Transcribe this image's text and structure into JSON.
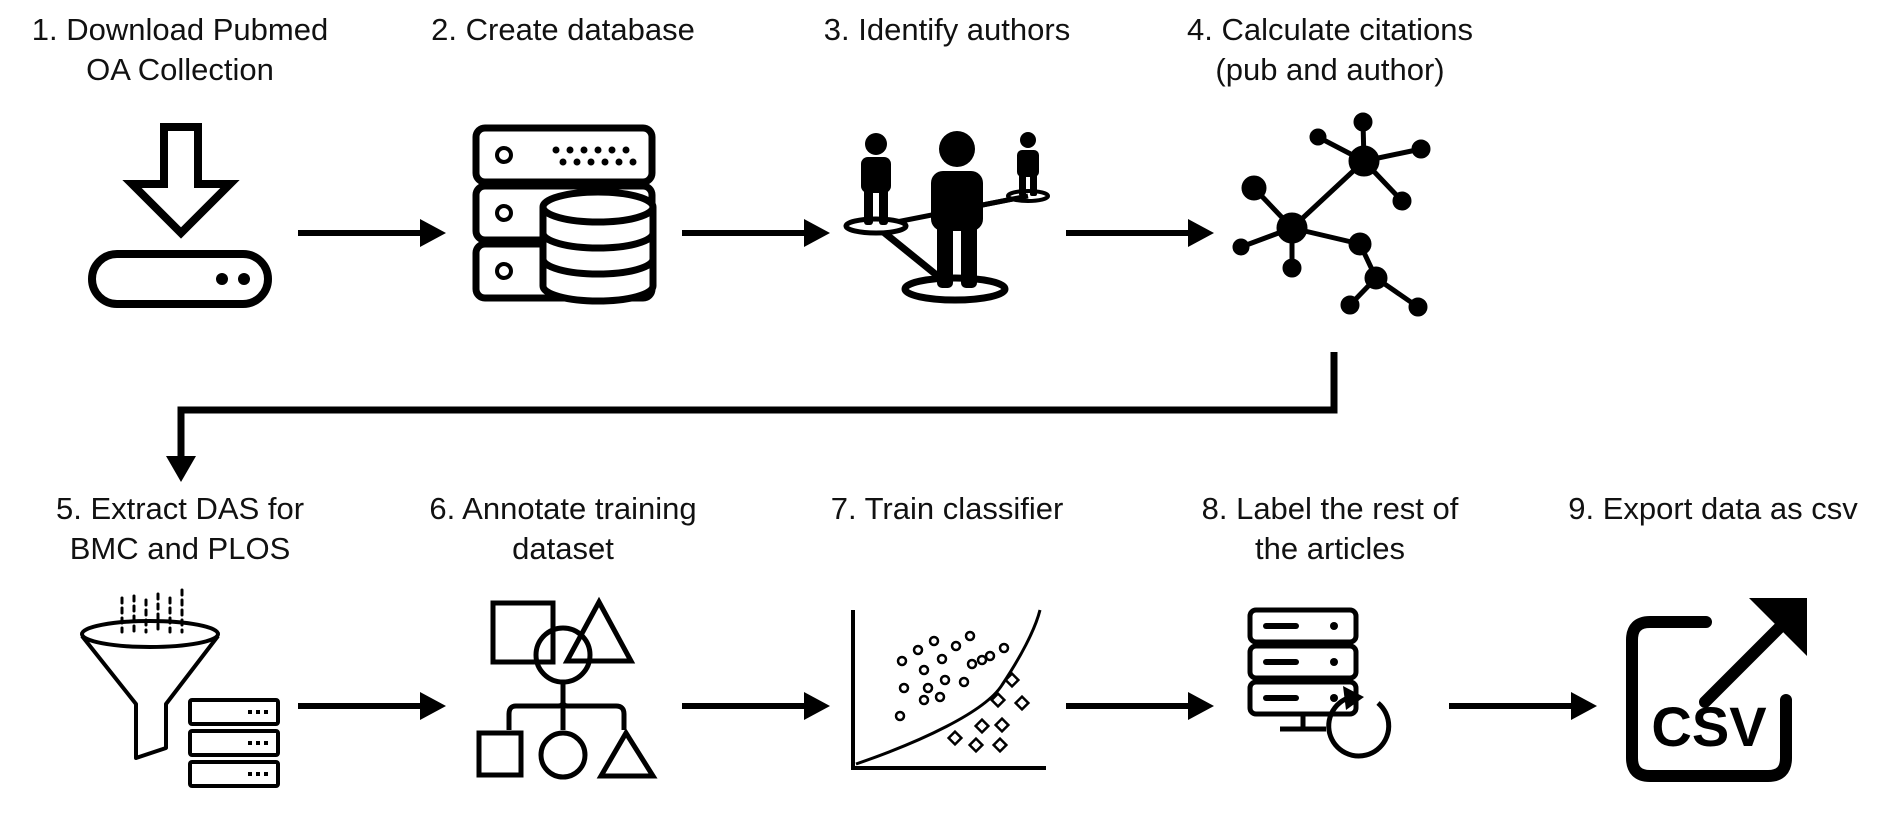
{
  "steps": [
    {
      "number": "1.",
      "lines": [
        "Download Pubmed",
        "OA Collection"
      ],
      "icon": "download-icon"
    },
    {
      "number": "2.",
      "lines": [
        "Create database",
        ""
      ],
      "icon": "database-server-icon"
    },
    {
      "number": "3.",
      "lines": [
        "Identify authors",
        ""
      ],
      "icon": "people-network-icon"
    },
    {
      "number": "4.",
      "lines": [
        "Calculate citations",
        "(pub and author)"
      ],
      "icon": "network-graph-icon"
    },
    {
      "number": "5.",
      "lines": [
        "Extract DAS for",
        "BMC and PLOS"
      ],
      "icon": "funnel-server-icon"
    },
    {
      "number": "6.",
      "lines": [
        "Annotate training",
        "dataset"
      ],
      "icon": "shapes-classification-icon"
    },
    {
      "number": "7.",
      "lines": [
        "Train classifier",
        ""
      ],
      "icon": "scatter-classifier-icon"
    },
    {
      "number": "8.",
      "lines": [
        "Label the rest of",
        "the articles"
      ],
      "icon": "server-refresh-icon"
    },
    {
      "number": "9.",
      "lines": [
        "Export data as csv",
        ""
      ],
      "icon": "csv-export-icon"
    }
  ],
  "icons": {
    "csv_text": "CSV"
  },
  "colors": {
    "ink": "#000000",
    "text": "#111111",
    "background": "#ffffff"
  }
}
